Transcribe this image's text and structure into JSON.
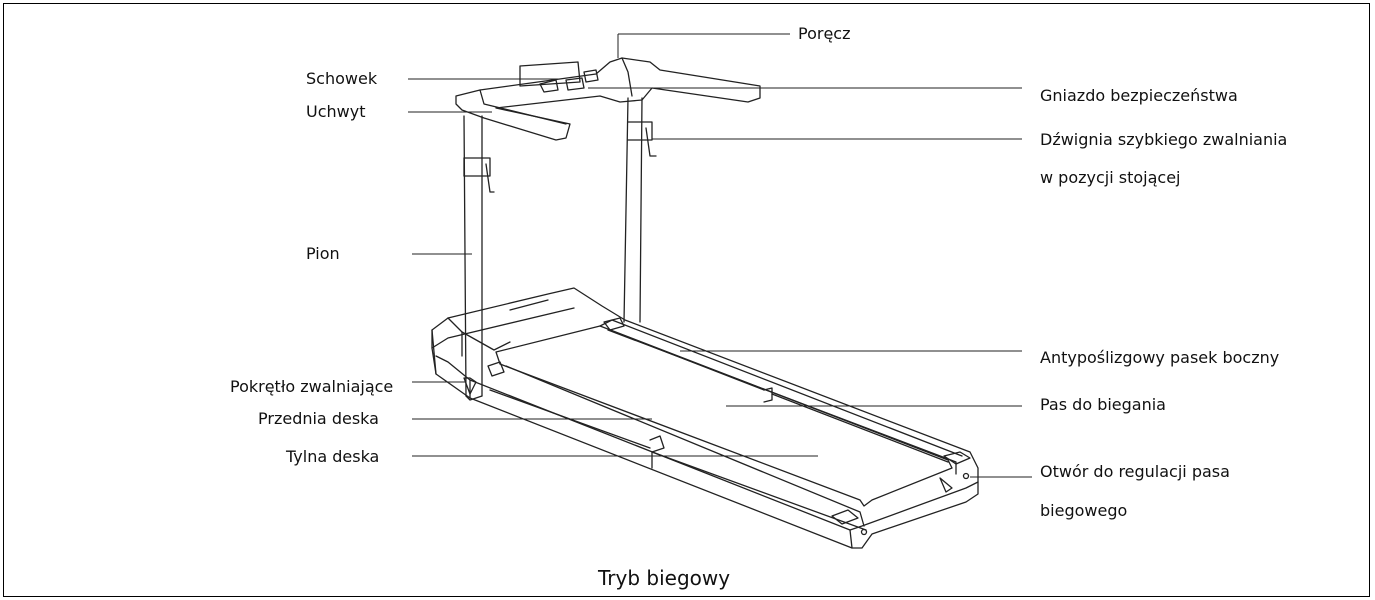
{
  "labels": {
    "poręcz": "Poręcz",
    "schowek": "Schowek",
    "uchwyt": "Uchwyt",
    "gniazdo": "Gniazdo bezpieczeństwa",
    "dzwignia_1": "Dźwignia szybkiego zwalniania",
    "dzwignia_2": "w pozycji stojącej",
    "pion": "Pion",
    "antyposlizg": "Antypoślizgowy pasek boczny",
    "pokretlo": "Pokrętło zwalniające",
    "pas": "Pas do biegania",
    "przednia": "Przednia deska",
    "tylna": "Tylna deska",
    "otwor_1": "Otwór do regulacji pasa",
    "otwor_2": "biegowego"
  },
  "caption": "Tryb biegowy"
}
